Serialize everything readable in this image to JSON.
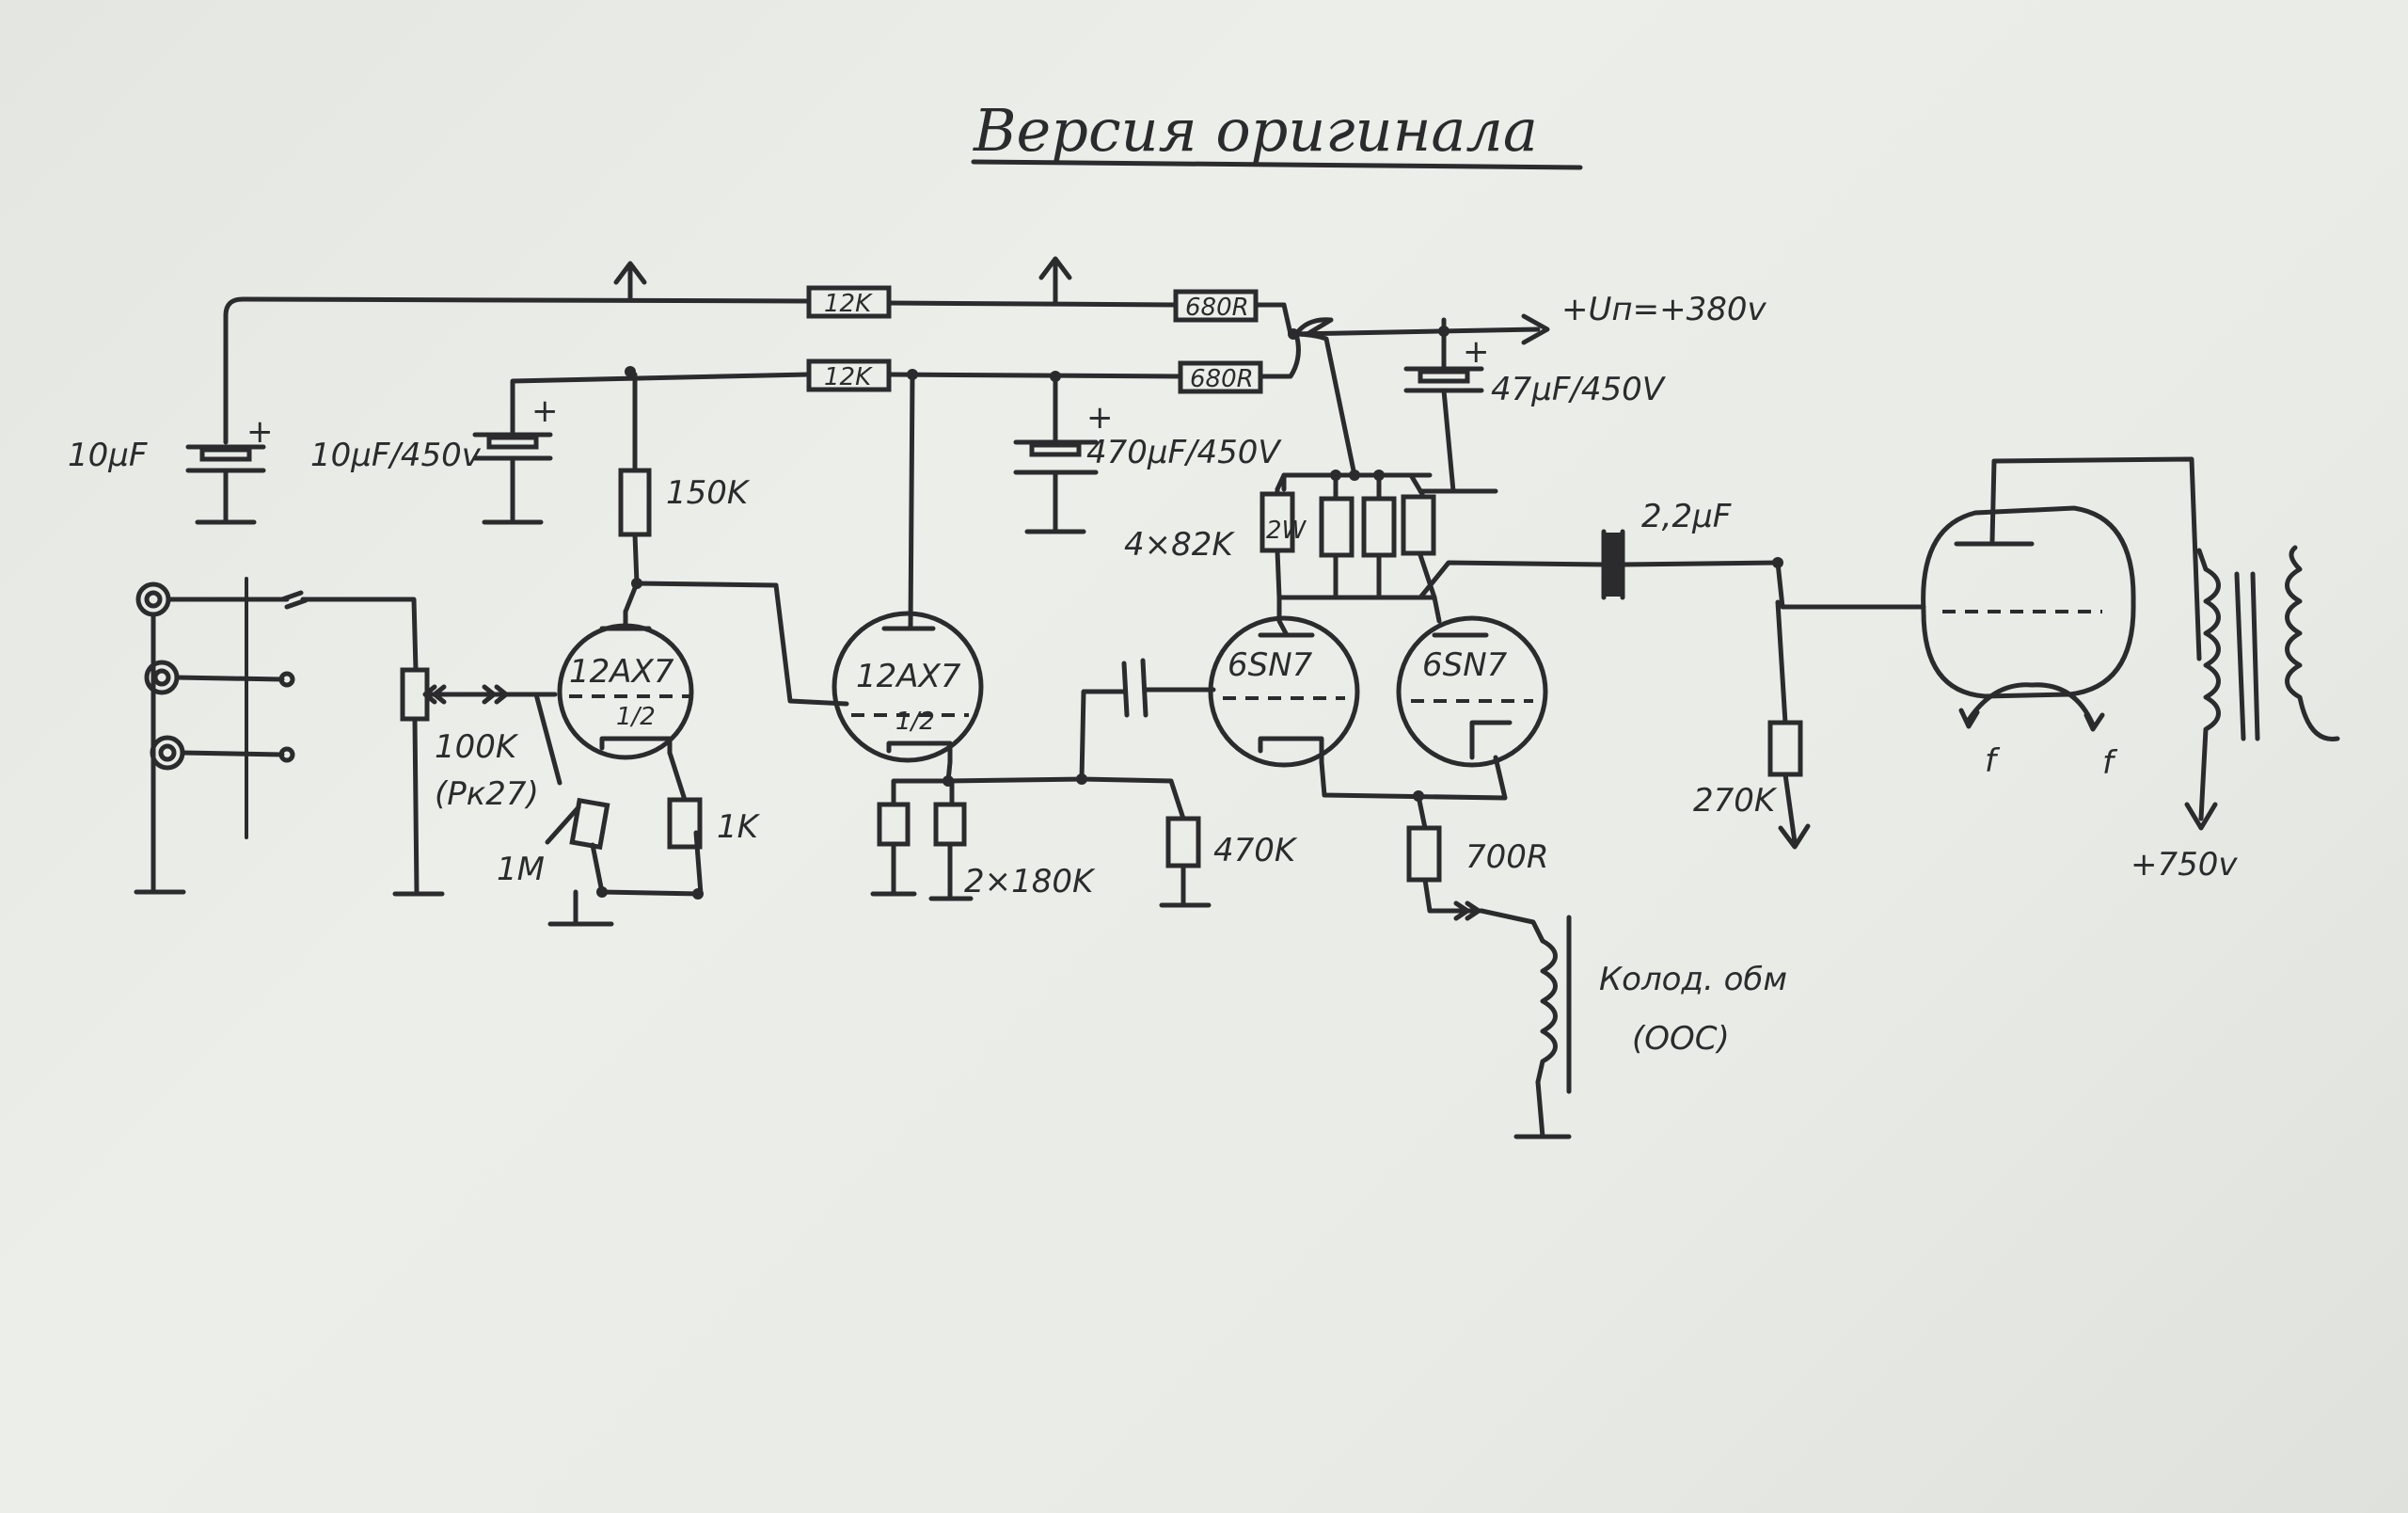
{
  "title": "Версия оригинала",
  "supply": "+Uп=+380v",
  "resistors": {
    "r_top_12k": "12K",
    "r_top_680": "680R",
    "r_mid_12k": "12K",
    "r_mid_680": "680R",
    "r_150k": "150K",
    "r_1k": "1K",
    "r_1m": "1M",
    "r_2x180k": "2×180K",
    "r_470k": "470K",
    "r_4x82k": "4×82K",
    "r_4x82k_inner": "2W",
    "r_700r": "700R",
    "r_270k": "270K",
    "pot_value": "100K",
    "pot_type": "(Pк27)"
  },
  "capacitors": {
    "c_10uf": "10µF",
    "c_10uf_450": "10µF/450v",
    "c_470uf": "470µF/450V",
    "c_47uf": "47µF/450V",
    "c_coupling": "2,2µF",
    "plus": "+"
  },
  "tubes": {
    "v1": "12AX7",
    "v1_half": "1/2",
    "v2": "12AX7",
    "v2_half": "1/2",
    "v3": "6SN7",
    "v4": "6SN7",
    "filament": "f"
  },
  "feedback": {
    "label": "Колод. обм",
    "sub": "(ООС)"
  },
  "output_supply": "+750v"
}
